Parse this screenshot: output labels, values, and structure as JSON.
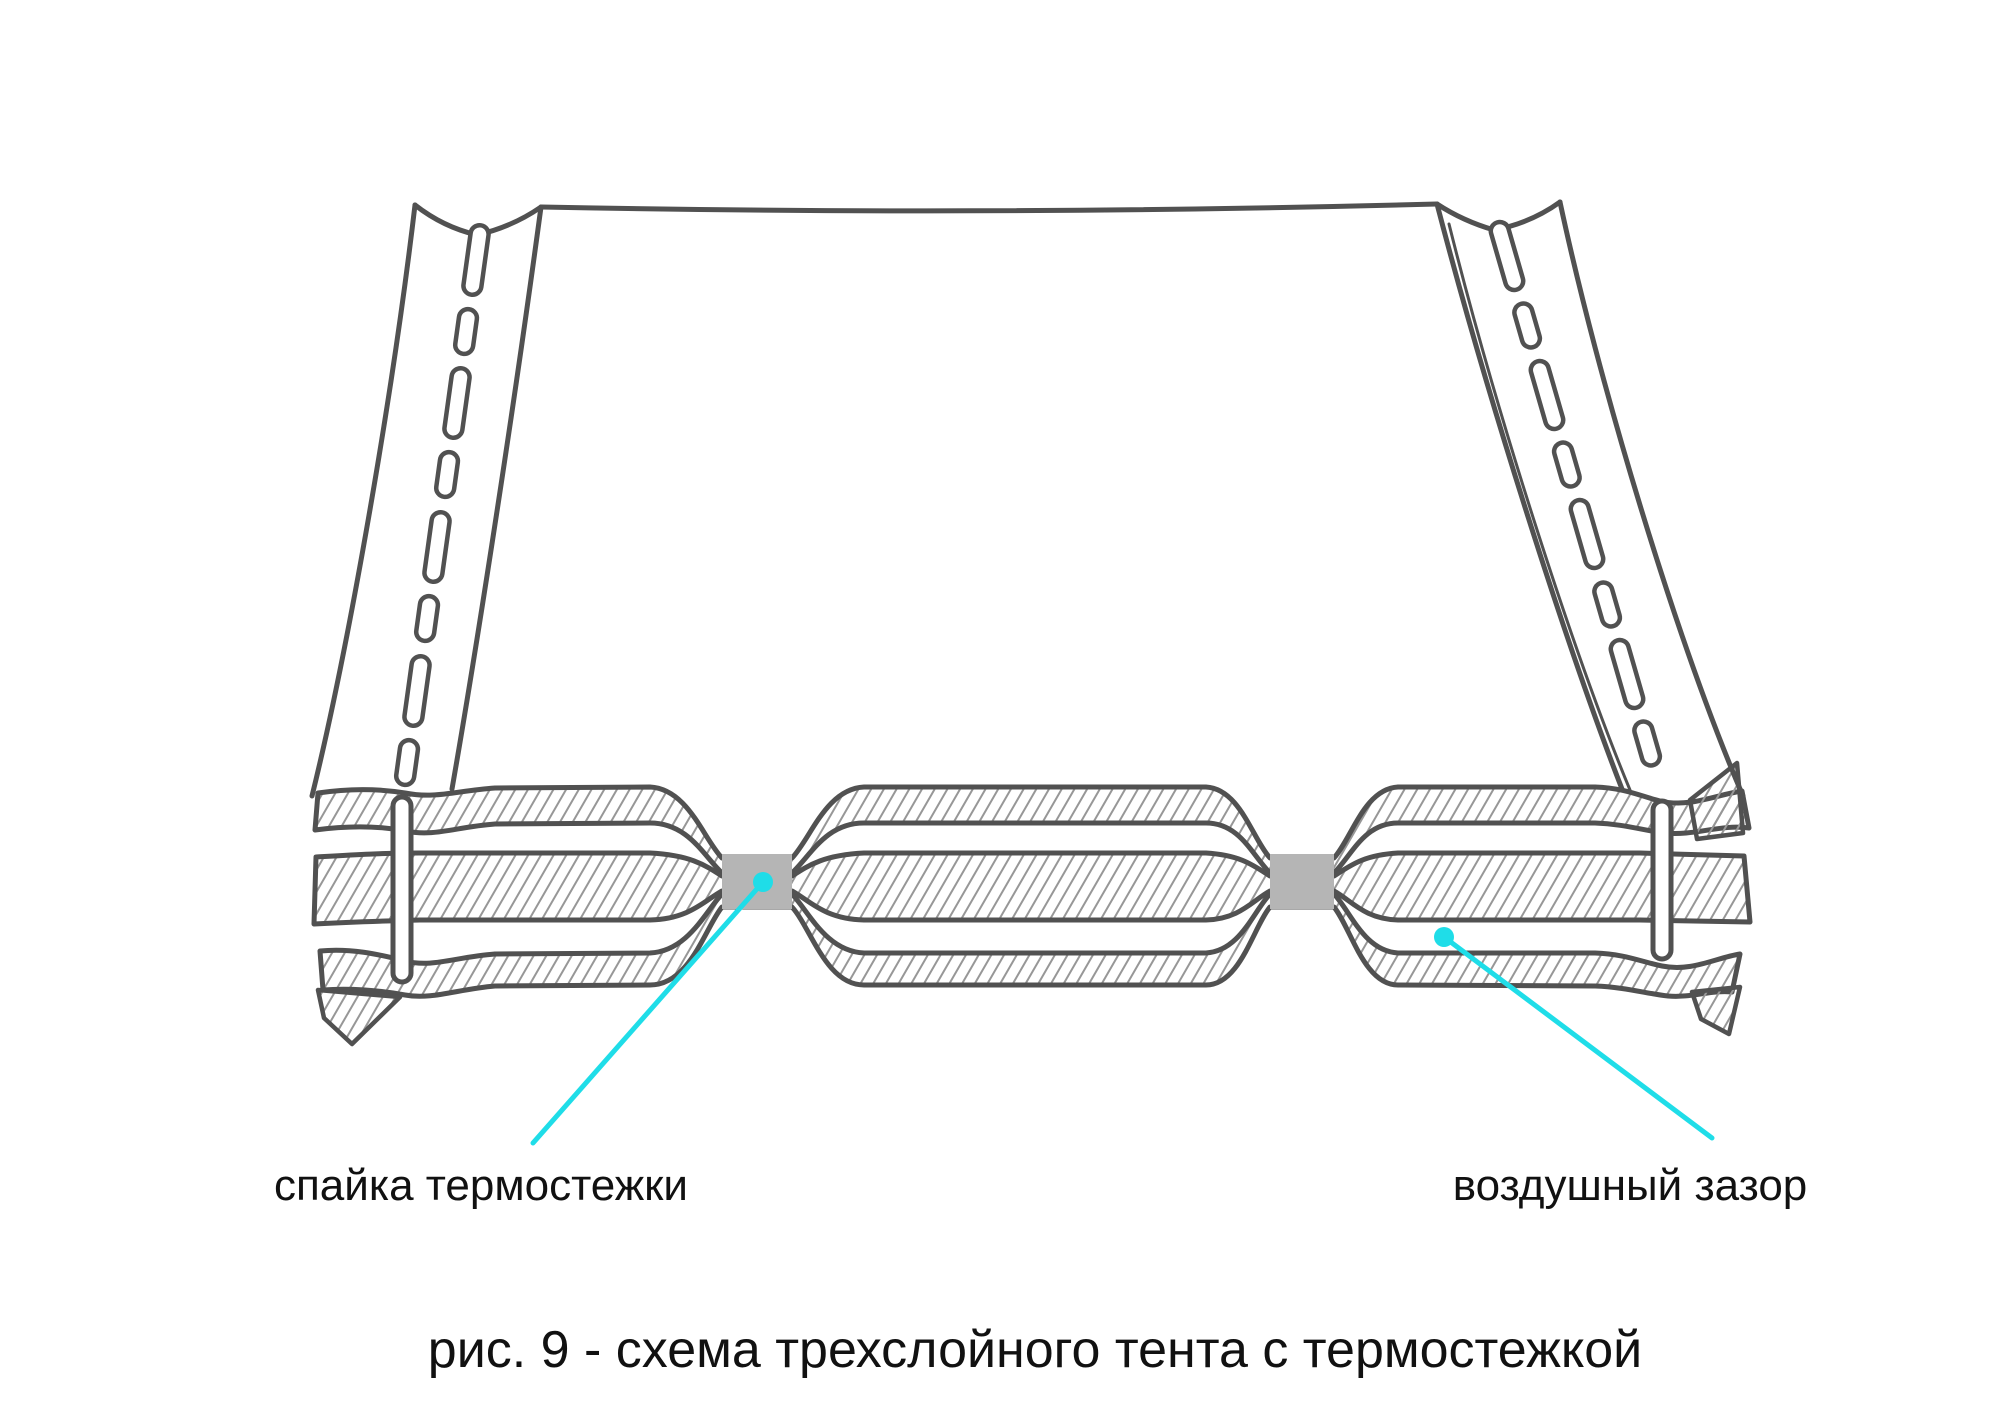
{
  "figure": {
    "caption": "рис. 9 - схема трехслойного тента с термостежкой",
    "annotations": [
      {
        "id": "weld-spot",
        "label": "спайка термостежки"
      },
      {
        "id": "air-gap",
        "label": "воздушный зазор"
      }
    ],
    "layers_depicted": 3,
    "colors": {
      "outline": "#515151",
      "hatch": "#979797",
      "weld_fill": "#b5b5b5",
      "accent": "#1fdde8",
      "text": "#111111",
      "background": "#ffffff"
    }
  }
}
